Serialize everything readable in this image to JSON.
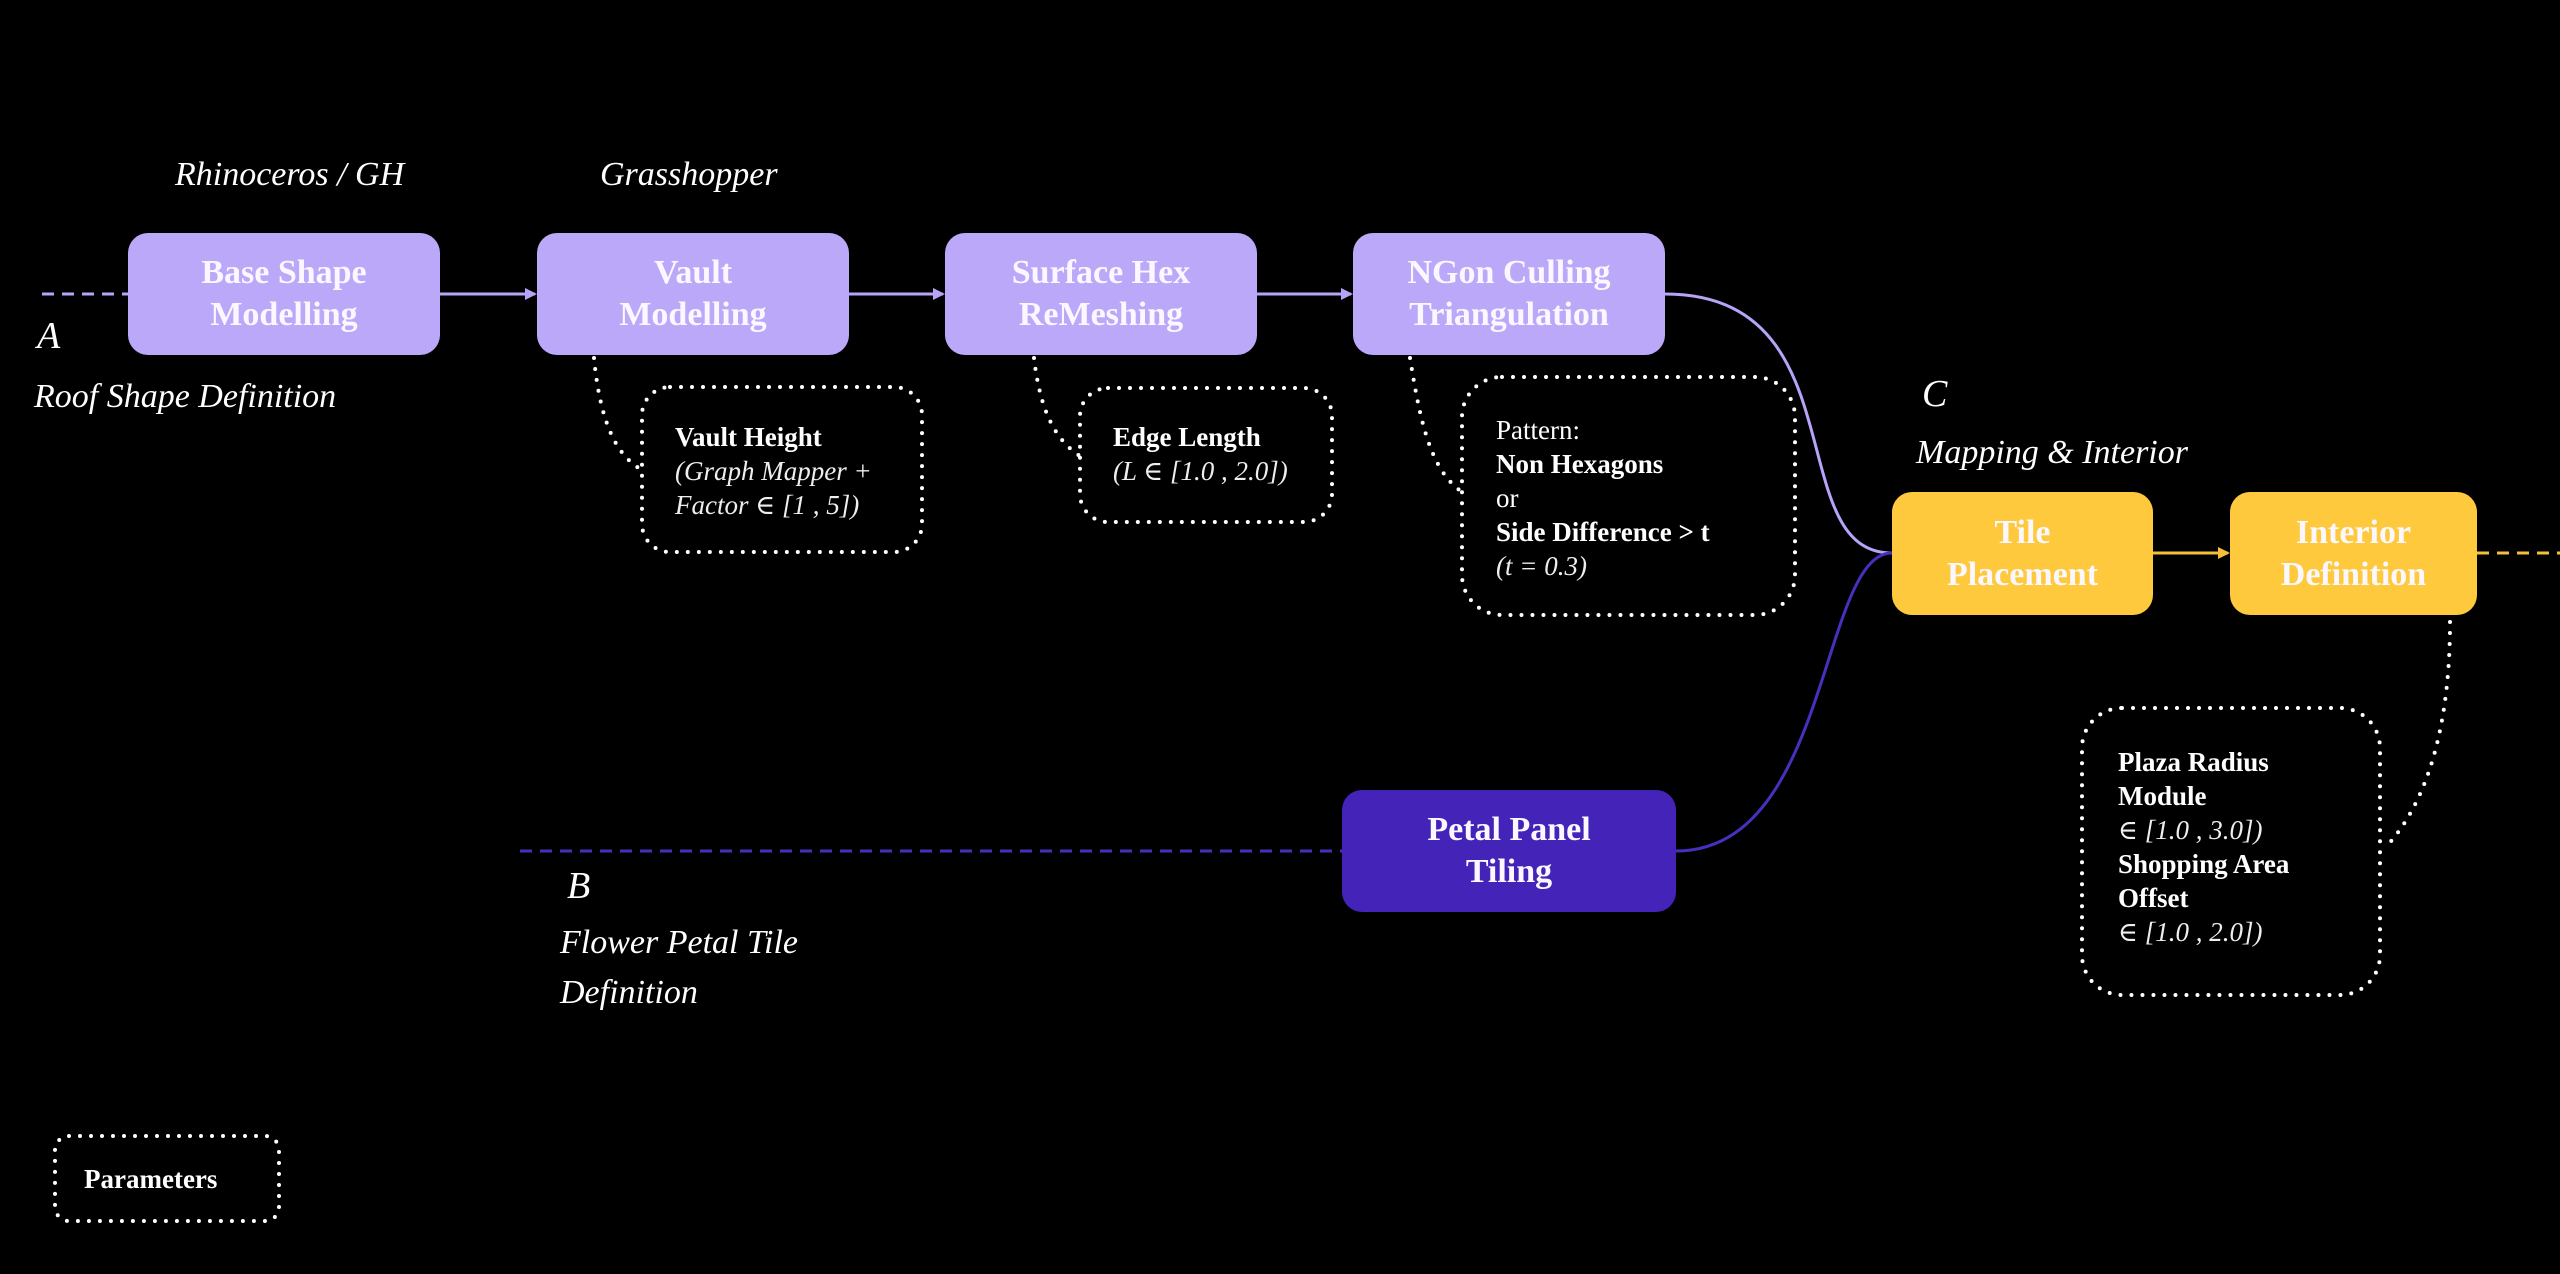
{
  "colors": {
    "background": "#000000",
    "lavender_node": "#bba8f9",
    "gold_node": "#fec93c",
    "indigo_node": "#4423b8",
    "lavender_wire": "#b7a3f7",
    "indigo_wire": "#4a2fbf",
    "gold_wire": "#f5bf3a",
    "parameter_outline": "#ffffff"
  },
  "tool_labels": {
    "rhino": "Rhinoceros / GH",
    "grasshopper": "Grasshopper"
  },
  "sections": {
    "a": {
      "letter": "A",
      "title": "Roof Shape Definition"
    },
    "b": {
      "letter": "B",
      "title_line1": "Flower Petal Tile",
      "title_line2": "Definition"
    },
    "c": {
      "letter": "C",
      "title": "Mapping & Interior"
    }
  },
  "nodes": {
    "base_shape": {
      "line1": "Base Shape",
      "line2": "Modelling"
    },
    "vault": {
      "line1": "Vault",
      "line2": "Modelling"
    },
    "surface_hex": {
      "line1": "Surface Hex",
      "line2": "ReMeshing"
    },
    "ngon": {
      "line1": "NGon Culling",
      "line2": "Triangulation"
    },
    "petal": {
      "line1": "Petal Panel",
      "line2": "Tiling"
    },
    "tile": {
      "line1": "Tile",
      "line2": "Placement"
    },
    "interior": {
      "line1": "Interior",
      "line2": "Definition"
    }
  },
  "parameters": {
    "vault": {
      "title": "Vault Height",
      "line2": "(Graph Mapper +",
      "line3": "Factor ∈ [1 , 5])"
    },
    "edge": {
      "title": "Edge Length",
      "line2": "(L ∈ [1.0 , 2.0])"
    },
    "pattern": {
      "label": "Pattern:",
      "line2": "Non Hexagons",
      "line3": "or",
      "line4": "Side Difference > t",
      "line5": "(t = 0.3)"
    },
    "interior": {
      "title1": "Plaza Radius",
      "title2": "Module",
      "range1": "∈ [1.0 , 3.0])",
      "title3": "Shopping Area",
      "title4": "Offset",
      "range2": "∈ [1.0 , 2.0])"
    }
  },
  "legend": {
    "label": "Parameters"
  }
}
